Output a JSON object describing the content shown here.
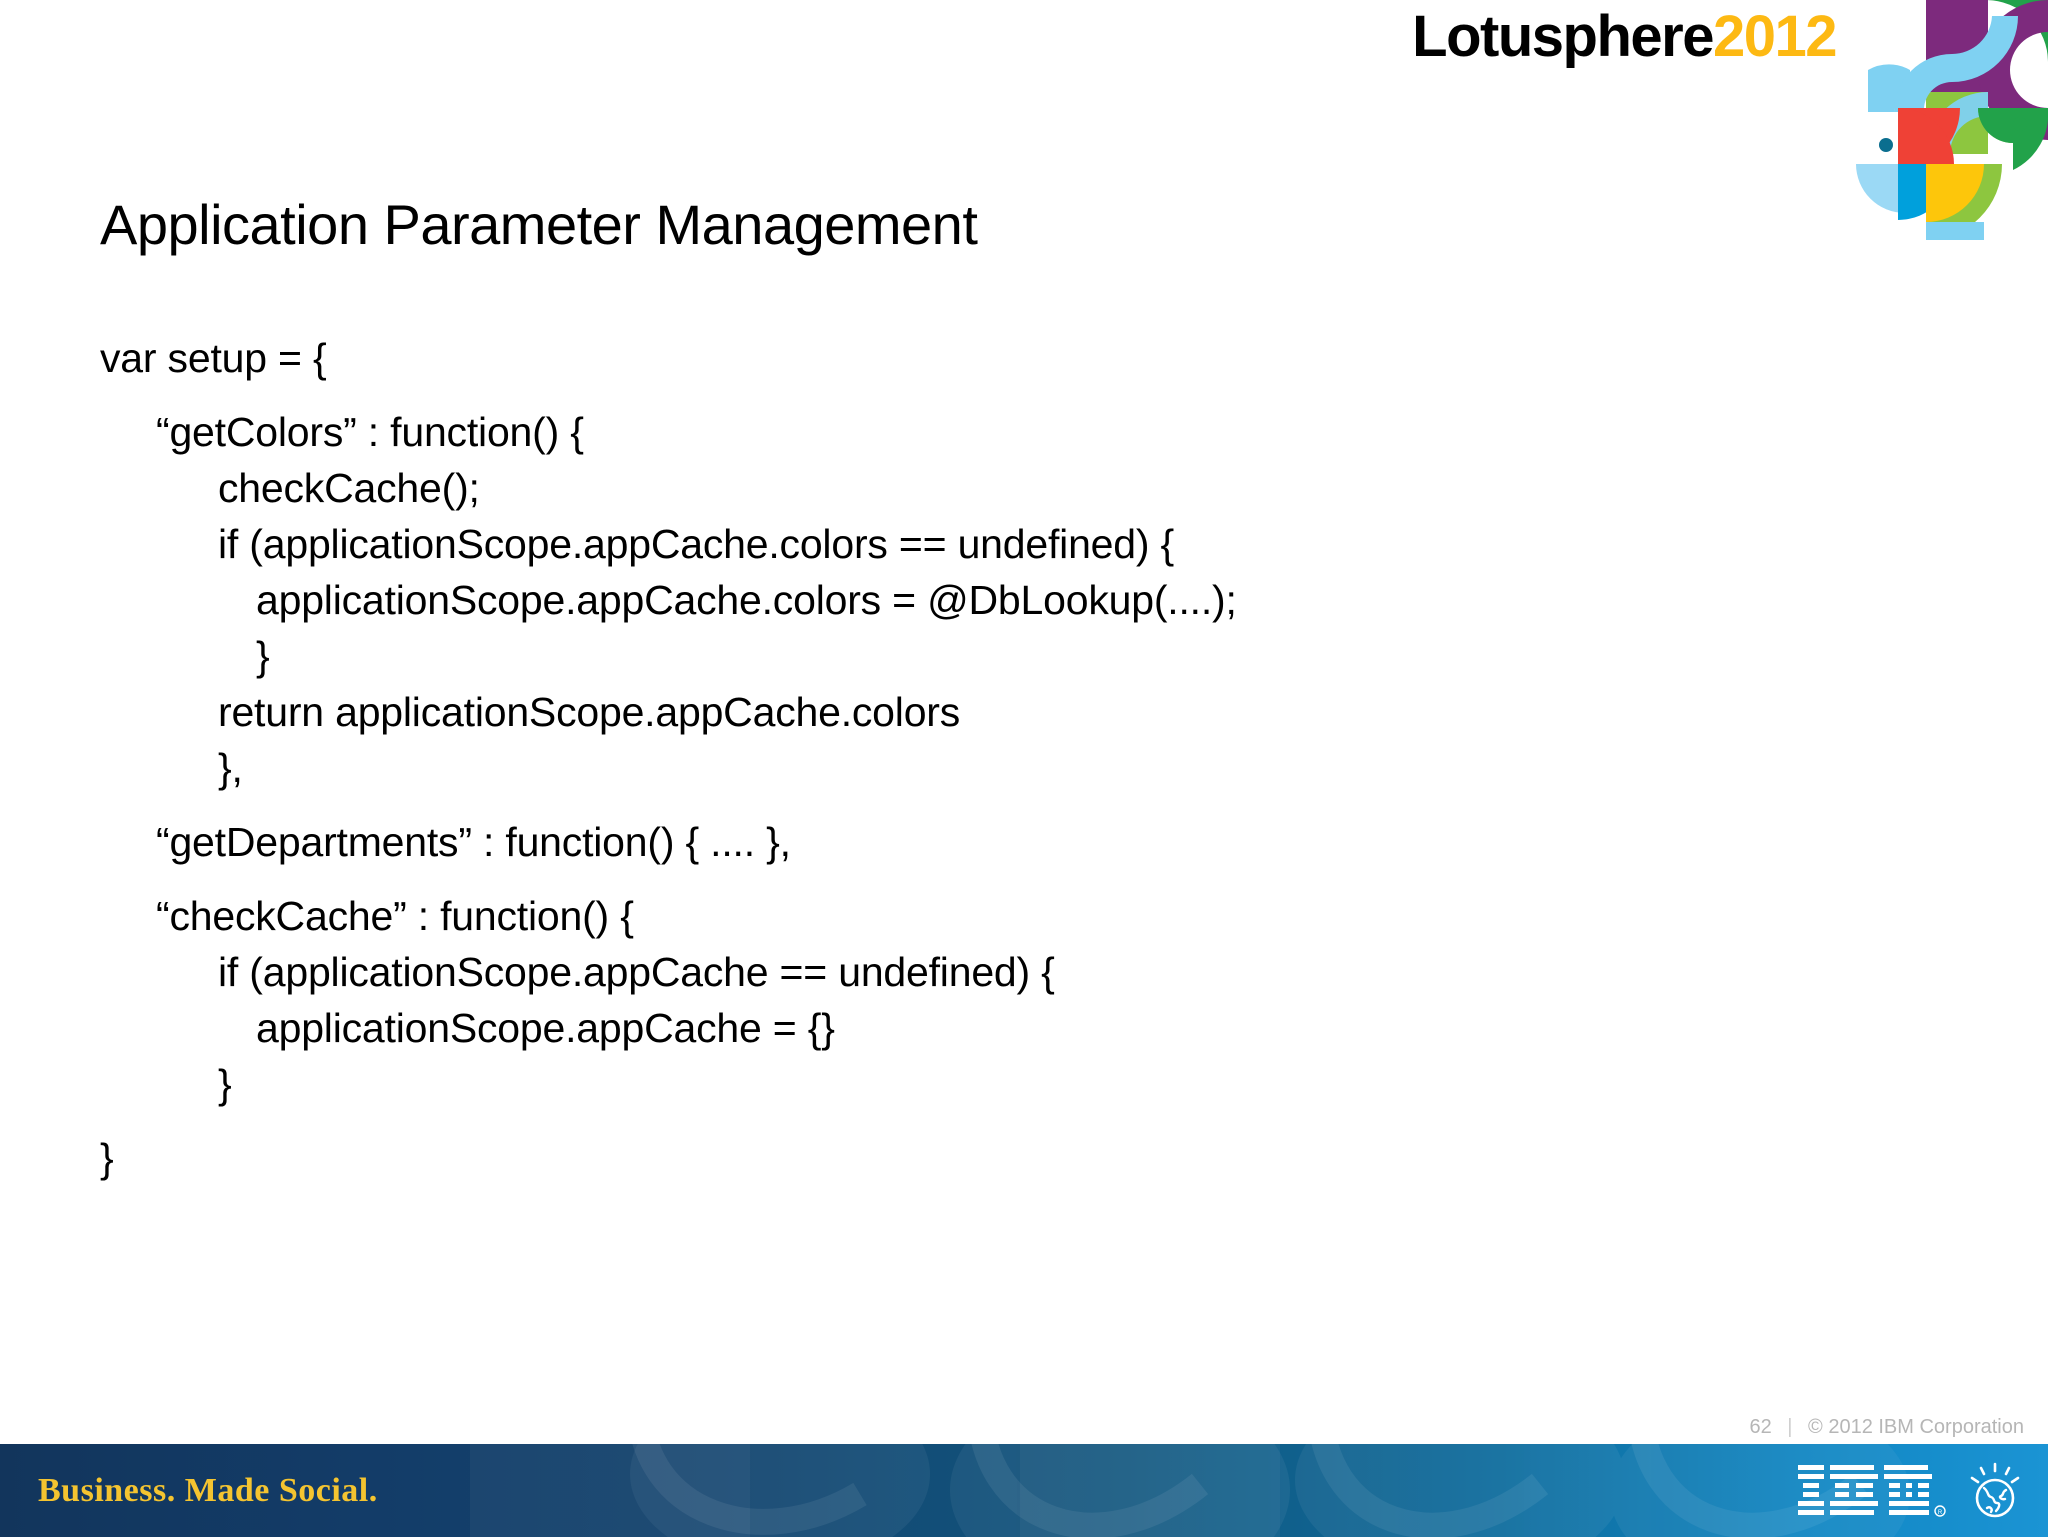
{
  "brand": {
    "wordmark_lotus": "Lotusphere",
    "wordmark_year": "2012",
    "mark_name": "lotusphere-abstract-mark",
    "colors": {
      "year_gold": "#fdb913",
      "purple": "#7d2a7d",
      "green_light": "#8dc63f",
      "green_dark": "#22a24a",
      "sky": "#7fd1f2",
      "sky_deep": "#00a0dc",
      "red": "#ef4136",
      "yellow": "#fdc60b",
      "teal_dot": "#0b6e8f",
      "black": "#111111"
    }
  },
  "slide": {
    "title": "Application Parameter Management",
    "code_lines": [
      {
        "level": 0,
        "text": "var setup = {",
        "gap": false
      },
      {
        "level": 1,
        "text": "“getColors” : function() {",
        "gap": true
      },
      {
        "level": 2,
        "text": "checkCache();",
        "gap": false
      },
      {
        "level": 2,
        "text": "if (applicationScope.appCache.colors == undefined) {",
        "gap": false
      },
      {
        "level": 3,
        "text": "applicationScope.appCache.colors = @DbLookup(....);",
        "gap": false
      },
      {
        "level": 3,
        "text": "}",
        "gap": false
      },
      {
        "level": 2,
        "text": "return applicationScope.appCache.colors",
        "gap": false
      },
      {
        "level": 2,
        "text": "},",
        "gap": false
      },
      {
        "level": 1,
        "text": "“getDepartments” : function() { .... },",
        "gap": true
      },
      {
        "level": 1,
        "text": "“checkCache” : function() {",
        "gap": true
      },
      {
        "level": 2,
        "text": "if (applicationScope.appCache == undefined) {",
        "gap": false
      },
      {
        "level": 3,
        "text": "applicationScope.appCache = {}",
        "gap": false
      },
      {
        "level": 2,
        "text": "}",
        "gap": false
      },
      {
        "level": 0,
        "text": "}",
        "gap": true
      }
    ]
  },
  "footer": {
    "page_number": "62",
    "separator": "|",
    "copyright": "© 2012 IBM Corporation",
    "tagline": "Business. Made Social.",
    "ibm_logo_name": "ibm-logo",
    "globe_icon_name": "smarter-planet-globe-icon",
    "gradient_start": "#12355c",
    "gradient_end": "#1b94d4",
    "tagline_color": "#f4c430",
    "meta_color": "#b6b6b6"
  }
}
